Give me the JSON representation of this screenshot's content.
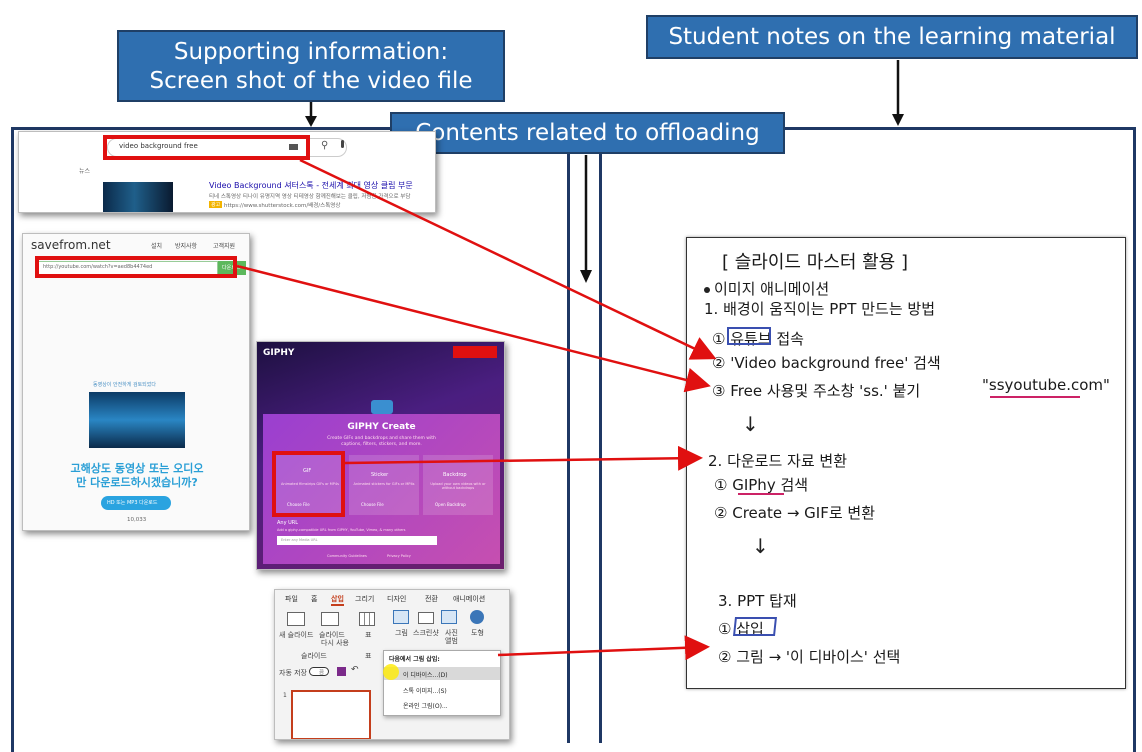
{
  "callouts": {
    "supporting_line1": "Supporting information:",
    "supporting_line2": "Screen shot of the video file",
    "student_notes": "Student notes on the learning material",
    "offloading": "Contents related to offloading"
  },
  "search_shot": {
    "query": "video background free",
    "sidebar_label": "뉴스",
    "result_title": "Video Background 셔터스톡 - 전세계 최대 영상 클립 부문",
    "result_desc": "티네 스톡영상 티나이 유명지역 영상 티테영상 함께진해보는 클립, 저렴한 가격으로 부담",
    "result_ad": "광고",
    "result_url": "https://www.shutterstock.com/배경/스톡영상"
  },
  "savefrom": {
    "logo": "savefrom.net",
    "nav": [
      "설치",
      "방지사항",
      "고객지원"
    ],
    "url_value": "http://youtube.com/watch?v=aed8b4474ed",
    "download_btn": "다운로드",
    "caption": "동영상이 안전하게 검토되었다",
    "headline1": "고해상도 동영상 또는 오디오",
    "headline2": "만 다운로드하시겠습니까?",
    "hd_button": "HD 또는 MP3 다운로드",
    "count": "10,033"
  },
  "giphy": {
    "logo": "GIPHY",
    "create_title": "GIPHY Create",
    "create_sub1": "Create GIFs and backdrops and share them with",
    "create_sub2": "captions, filters, stickers, and more.",
    "cards": [
      {
        "title": "GIF",
        "desc": "Animated filmstrips GIFs or MP4s",
        "btn": "Choose File"
      },
      {
        "title": "Sticker",
        "desc": "Animated stickers for GIFs or MP4s",
        "btn": "Choose File"
      },
      {
        "title": "Backdrop",
        "desc": "Upload your own videos with or without backdrops",
        "btn": "Open Backdrop"
      }
    ],
    "any_url": "Any URL",
    "any_url_sub": "Add a giphy-compatible URL from GIPHY, YouTube, Vimeo, & many others",
    "url_placeholder": "Enter any Media URL",
    "footer": [
      "Community Guidelines",
      "Privacy Policy"
    ]
  },
  "ppt": {
    "tabs": [
      "파일",
      "홈",
      "삽입",
      "그리기",
      "디자인",
      "전환",
      "애니메이션"
    ],
    "new_slide": "새 슬라이드",
    "reuse_line1": "슬라이드",
    "reuse_line2": "다시 사용",
    "group_slides": "슬라이드",
    "table": "표",
    "picture": "그림",
    "screenshot": "스크린샷",
    "album_line1": "사진",
    "album_line2": "앨범",
    "shapes": "도형",
    "autosave": "자동 저장",
    "autosave_state": "끔",
    "menu_header": "다음에서 그림 삽입:",
    "menu_items": [
      "이 디바이스...(D)",
      "스톡 이미지...(S)",
      "온라인 그림(O)..."
    ],
    "slide_number": "1"
  },
  "notes": {
    "title": "[ 슬라이드 마스터 활용 ]",
    "bullet": "이미지 애니메이션",
    "item1": "1. 배경이 움직이는 PPT 만드는 방법",
    "step1": "① 유튜브 접속",
    "step2": "② 'Video background free' 검색",
    "step3": "③ Free 사용및 주소창 'ss.' 붙기",
    "step3_url": "\"ssyoutube.com\"",
    "item2": "2. 다운로드 자료 변환",
    "step2_1": "① GIPhy 검색",
    "step2_2": "② Create → GIF로 변환",
    "item3": "3. PPT 탑재",
    "step3_1": "① 삽입",
    "step3_2": "② 그림 → '이 디바이스' 선택"
  }
}
